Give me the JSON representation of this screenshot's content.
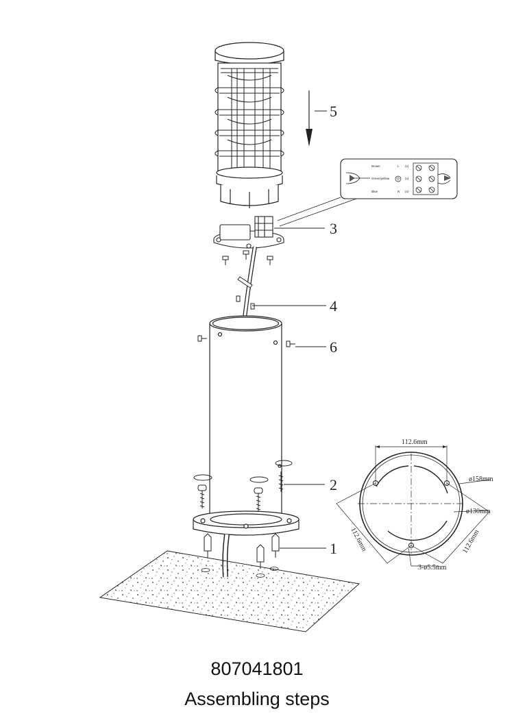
{
  "caption": {
    "model_number": "807041801",
    "title": "Assembling steps"
  },
  "callouts": [
    "5",
    "3",
    "4",
    "6",
    "2",
    "1"
  ],
  "wiring_diagram": {
    "wires": [
      "Brown",
      "Green/yellow",
      "Blue"
    ],
    "terminals": [
      "L",
      "N"
    ],
    "terminal_codes": [
      "(x)",
      "(x)",
      "(x)"
    ]
  },
  "base_plate_dimensions": {
    "top_width": "112.6mm",
    "outer_diameter": "ø158mm",
    "inner_diameter": "ø130mm",
    "left_side": "112.6mm",
    "right_side": "112.6mm",
    "holes": "3-ø5.5mm"
  }
}
